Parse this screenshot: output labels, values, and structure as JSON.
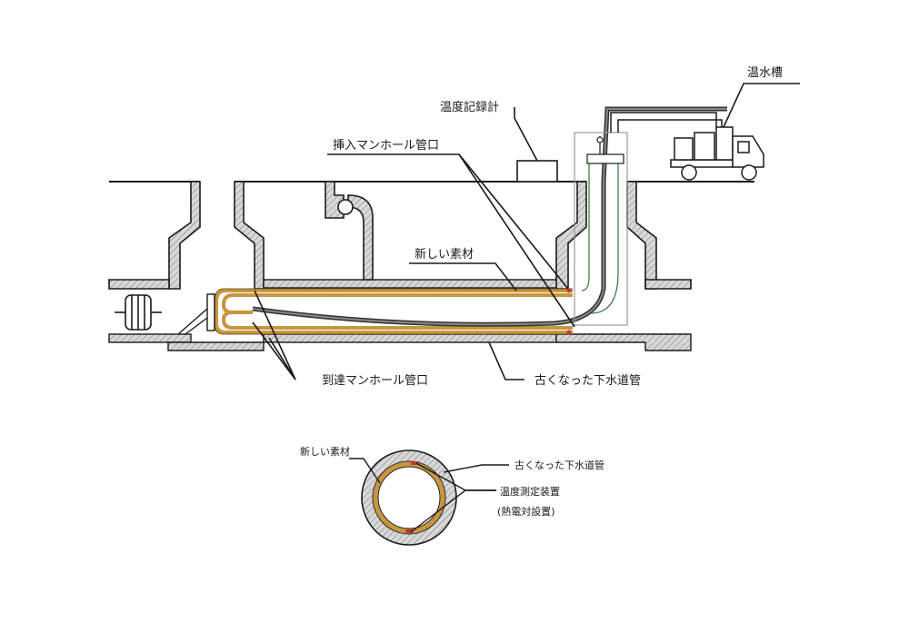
{
  "labels": {
    "hot_water_tank": "温水槽",
    "temperature_recorder": "温度記録計",
    "insertion_manhole": "挿入マンホール管口",
    "new_material": "新しい素材",
    "arrival_manhole": "到達マンホール管口",
    "old_sewer_pipe": "古くなった下水道管"
  },
  "cross_section": {
    "new_material": "新しい素材",
    "old_sewer_pipe": "古くなった下水道管",
    "temp_device": "温度測定装置",
    "thermocouple": "(熱電対設置)"
  },
  "colors": {
    "line": "#1a1a1a",
    "liner": "#c8963e",
    "concrete_fill": "#cfcfcf",
    "guide": "#2f7a3a",
    "sensor": "#c0392b"
  }
}
